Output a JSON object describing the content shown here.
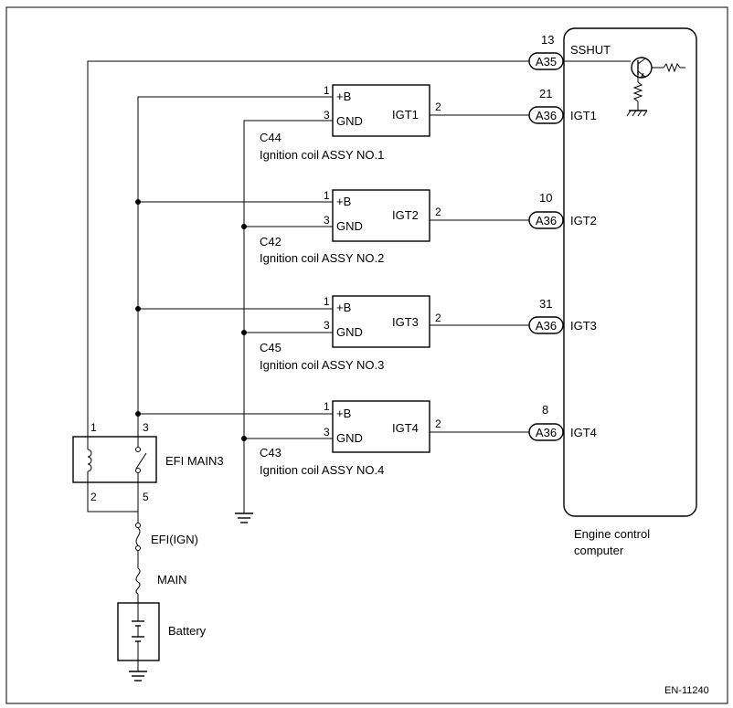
{
  "ecu": {
    "label_line1": "Engine control",
    "label_line2": "computer",
    "terminals": [
      {
        "pin": "13",
        "connector": "A35",
        "signal": "SSHUT"
      },
      {
        "pin": "21",
        "connector": "A36",
        "signal": "IGT1"
      },
      {
        "pin": "10",
        "connector": "A36",
        "signal": "IGT2"
      },
      {
        "pin": "31",
        "connector": "A36",
        "signal": "IGT3"
      },
      {
        "pin": "8",
        "connector": "A36",
        "signal": "IGT4"
      }
    ]
  },
  "coils": [
    {
      "code": "C44",
      "name": "Ignition coil ASSY NO.1",
      "plus_b": "+B",
      "gnd": "GND",
      "igt": "IGT1",
      "pin_b": "1",
      "pin_gnd": "3",
      "pin_igt": "2"
    },
    {
      "code": "C42",
      "name": "Ignition coil ASSY NO.2",
      "plus_b": "+B",
      "gnd": "GND",
      "igt": "IGT2",
      "pin_b": "1",
      "pin_gnd": "3",
      "pin_igt": "2"
    },
    {
      "code": "C45",
      "name": "Ignition coil ASSY NO.3",
      "plus_b": "+B",
      "gnd": "GND",
      "igt": "IGT3",
      "pin_b": "1",
      "pin_gnd": "3",
      "pin_igt": "2"
    },
    {
      "code": "C43",
      "name": "Ignition coil ASSY NO.4",
      "plus_b": "+B",
      "gnd": "GND",
      "igt": "IGT4",
      "pin_b": "1",
      "pin_gnd": "3",
      "pin_igt": "2"
    }
  ],
  "relay": {
    "name": "EFI MAIN3",
    "pin1": "1",
    "pin2": "2",
    "pin3": "3",
    "pin5": "5"
  },
  "fuses": {
    "efi_ign": "EFI(IGN)",
    "main": "MAIN"
  },
  "battery": {
    "label": "Battery"
  },
  "figure_id": "EN-11240"
}
